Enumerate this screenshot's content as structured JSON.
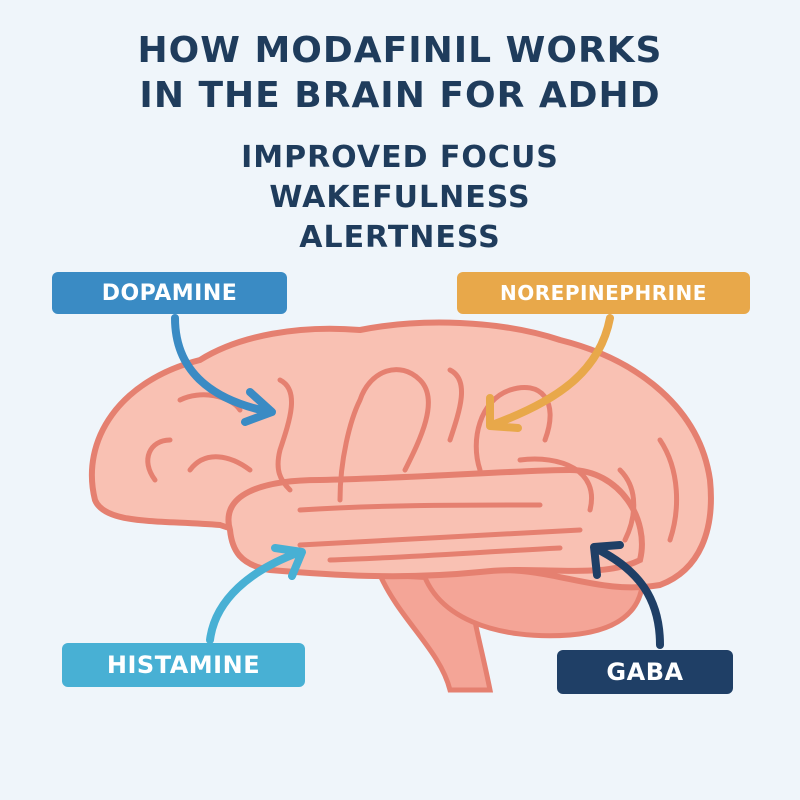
{
  "title": {
    "line1": "HOW MODAFINIL WORKS",
    "line2": "IN THE BRAIN FOR ADHD"
  },
  "benefits": [
    "IMPROVED FOCUS",
    "WAKEFULNESS",
    "ALERTNESS"
  ],
  "labels": {
    "dopamine": {
      "text": "DOPAMINE",
      "color": "#3a8bc4"
    },
    "norepinephrine": {
      "text": "NOREPINEPHRINE",
      "color": "#e8a84a"
    },
    "histamine": {
      "text": "HISTAMINE",
      "color": "#48b0d4"
    },
    "gaba": {
      "text": "GABA",
      "color": "#1f3f66"
    }
  }
}
